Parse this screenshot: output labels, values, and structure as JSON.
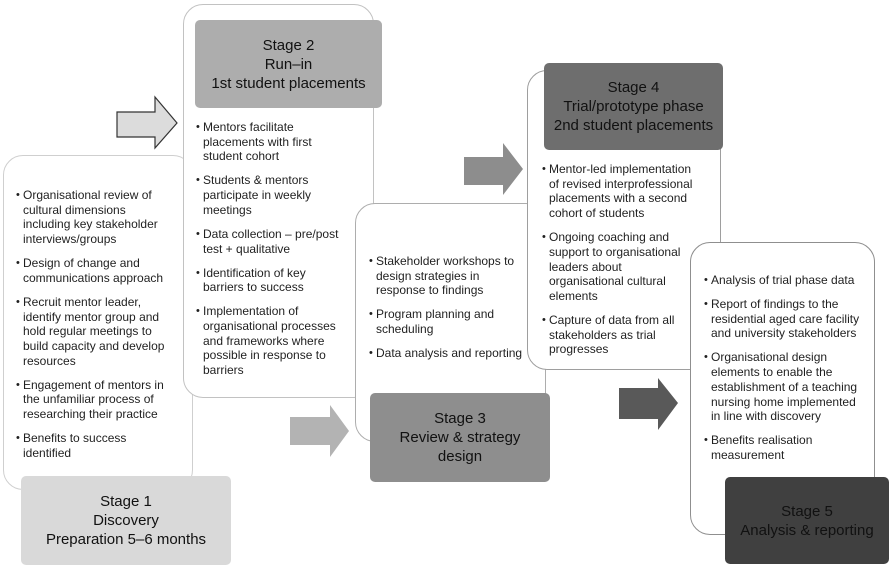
{
  "diagram": {
    "stages": [
      {
        "title": [
          "Stage 1",
          "Discovery",
          "Preparation 5–6 months"
        ],
        "header_color": "#d9d9d9",
        "bullets": [
          "Organisational review of cultural dimensions including key stakeholder interviews/groups",
          "Design of change and communications approach",
          "Recruit mentor leader, identify mentor group and hold regular meetings to build capacity and develop resources",
          "Engagement of mentors in the unfamiliar process of researching their practice",
          "Benefits to success identified"
        ]
      },
      {
        "title": [
          "Stage 2",
          "Run–in",
          "1st student placements"
        ],
        "header_color": "#adadad",
        "bullets": [
          "Mentors facilitate placements with first student cohort",
          "Students & mentors participate in weekly meetings",
          "Data collection – pre/post test + qualitative",
          "Identification of key barriers to success",
          "Implementation of organisational processes and frameworks where possible in response to barriers"
        ]
      },
      {
        "title": [
          "Stage 3",
          "Review & strategy",
          "design"
        ],
        "header_color": "#8e8e8e",
        "bullets": [
          "Stakeholder workshops to design strategies in response to findings",
          "Program planning and scheduling",
          "Data analysis and reporting"
        ]
      },
      {
        "title": [
          "Stage 4",
          "Trial/prototype phase",
          "2nd student placements"
        ],
        "header_color": "#6e6e6e",
        "bullets": [
          "Mentor-led implementation of revised interprofessional placements with a second cohort of students",
          "Ongoing coaching and support to organisational leaders about organisational cultural elements",
          "Capture of data from all stakeholders as trial progresses"
        ]
      },
      {
        "title": [
          "Stage 5",
          "Analysis & reporting"
        ],
        "header_color": "#404040",
        "bullets": [
          "Analysis of trial phase data",
          "Report of findings to the residential aged care facility and university stakeholders",
          "Organisational design elements to enable the establishment of a teaching nursing home implemented in line with discovery",
          "Benefits realisation measurement"
        ]
      }
    ],
    "arrows": [
      {
        "icon": "arrow-right",
        "fill": "#dcdcdc",
        "outline": "#333333"
      },
      {
        "icon": "arrow-right",
        "fill": "#b3b3b3"
      },
      {
        "icon": "arrow-right",
        "fill": "#8d8d8d"
      },
      {
        "icon": "arrow-right",
        "fill": "#595959"
      }
    ]
  }
}
